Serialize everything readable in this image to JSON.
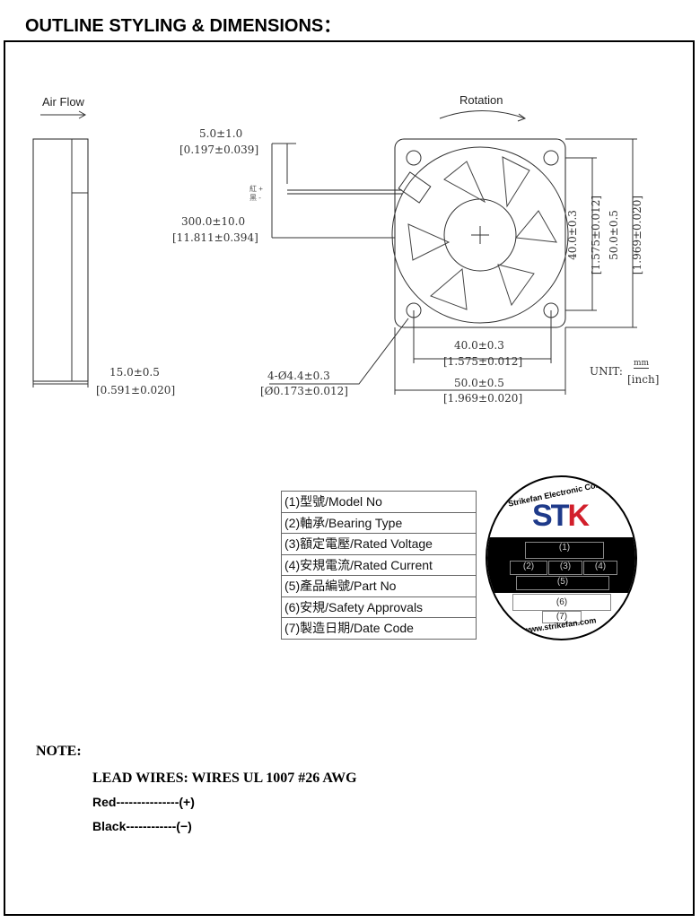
{
  "title": "OUTLINE STYLING & DIMENSIONS：",
  "drawing": {
    "air_flow": "Air Flow",
    "rotation": "Rotation",
    "wire_len_mm": "5.0±1.0",
    "wire_len_in": "[0.197±0.039]",
    "lead_mm": "300.0±10.0",
    "lead_in": "[11.811±0.394]",
    "red_mark": "紅 +",
    "black_mark": "黑 -",
    "thick_mm": "15.0±0.5",
    "thick_in": "[0.591±0.020]",
    "hole_mm": "4-Ø4.4±0.3",
    "hole_in": "[Ø0.173±0.012]",
    "pitch_mm": "40.0±0.3",
    "pitch_in": "[1.575±0.012]",
    "size_mm": "50.0±0.5",
    "size_in": "[1.969±0.020]",
    "unit_label": "UNIT:",
    "unit_mm": "mm",
    "unit_in": "[inch]"
  },
  "legend": [
    "(1)型號/Model No",
    "(2)軸承/Bearing Type",
    "(3)額定電壓/Rated Voltage",
    "(4)安規電流/Rated Current",
    "(5)產品編號/Part No",
    "(6)安規/Safety Approvals",
    "(7)製造日期/Date Code"
  ],
  "label": {
    "company": "Strikefan Electronic Co., Ltd.",
    "logo": "STK",
    "url": "www.strikefan.com",
    "fields": [
      "(1)",
      "(2)",
      "(3)",
      "(4)",
      "(5)",
      "(6)",
      "(7)"
    ]
  },
  "note": {
    "heading": "NOTE:",
    "lead": "LEAD WIRES:  WIRES UL 1007 #26 AWG",
    "red": "Red---------------(+)",
    "black": "Black------------(−)"
  },
  "colors": {
    "logo_blue": "#1e3a8a",
    "logo_red": "#d21f2b"
  }
}
